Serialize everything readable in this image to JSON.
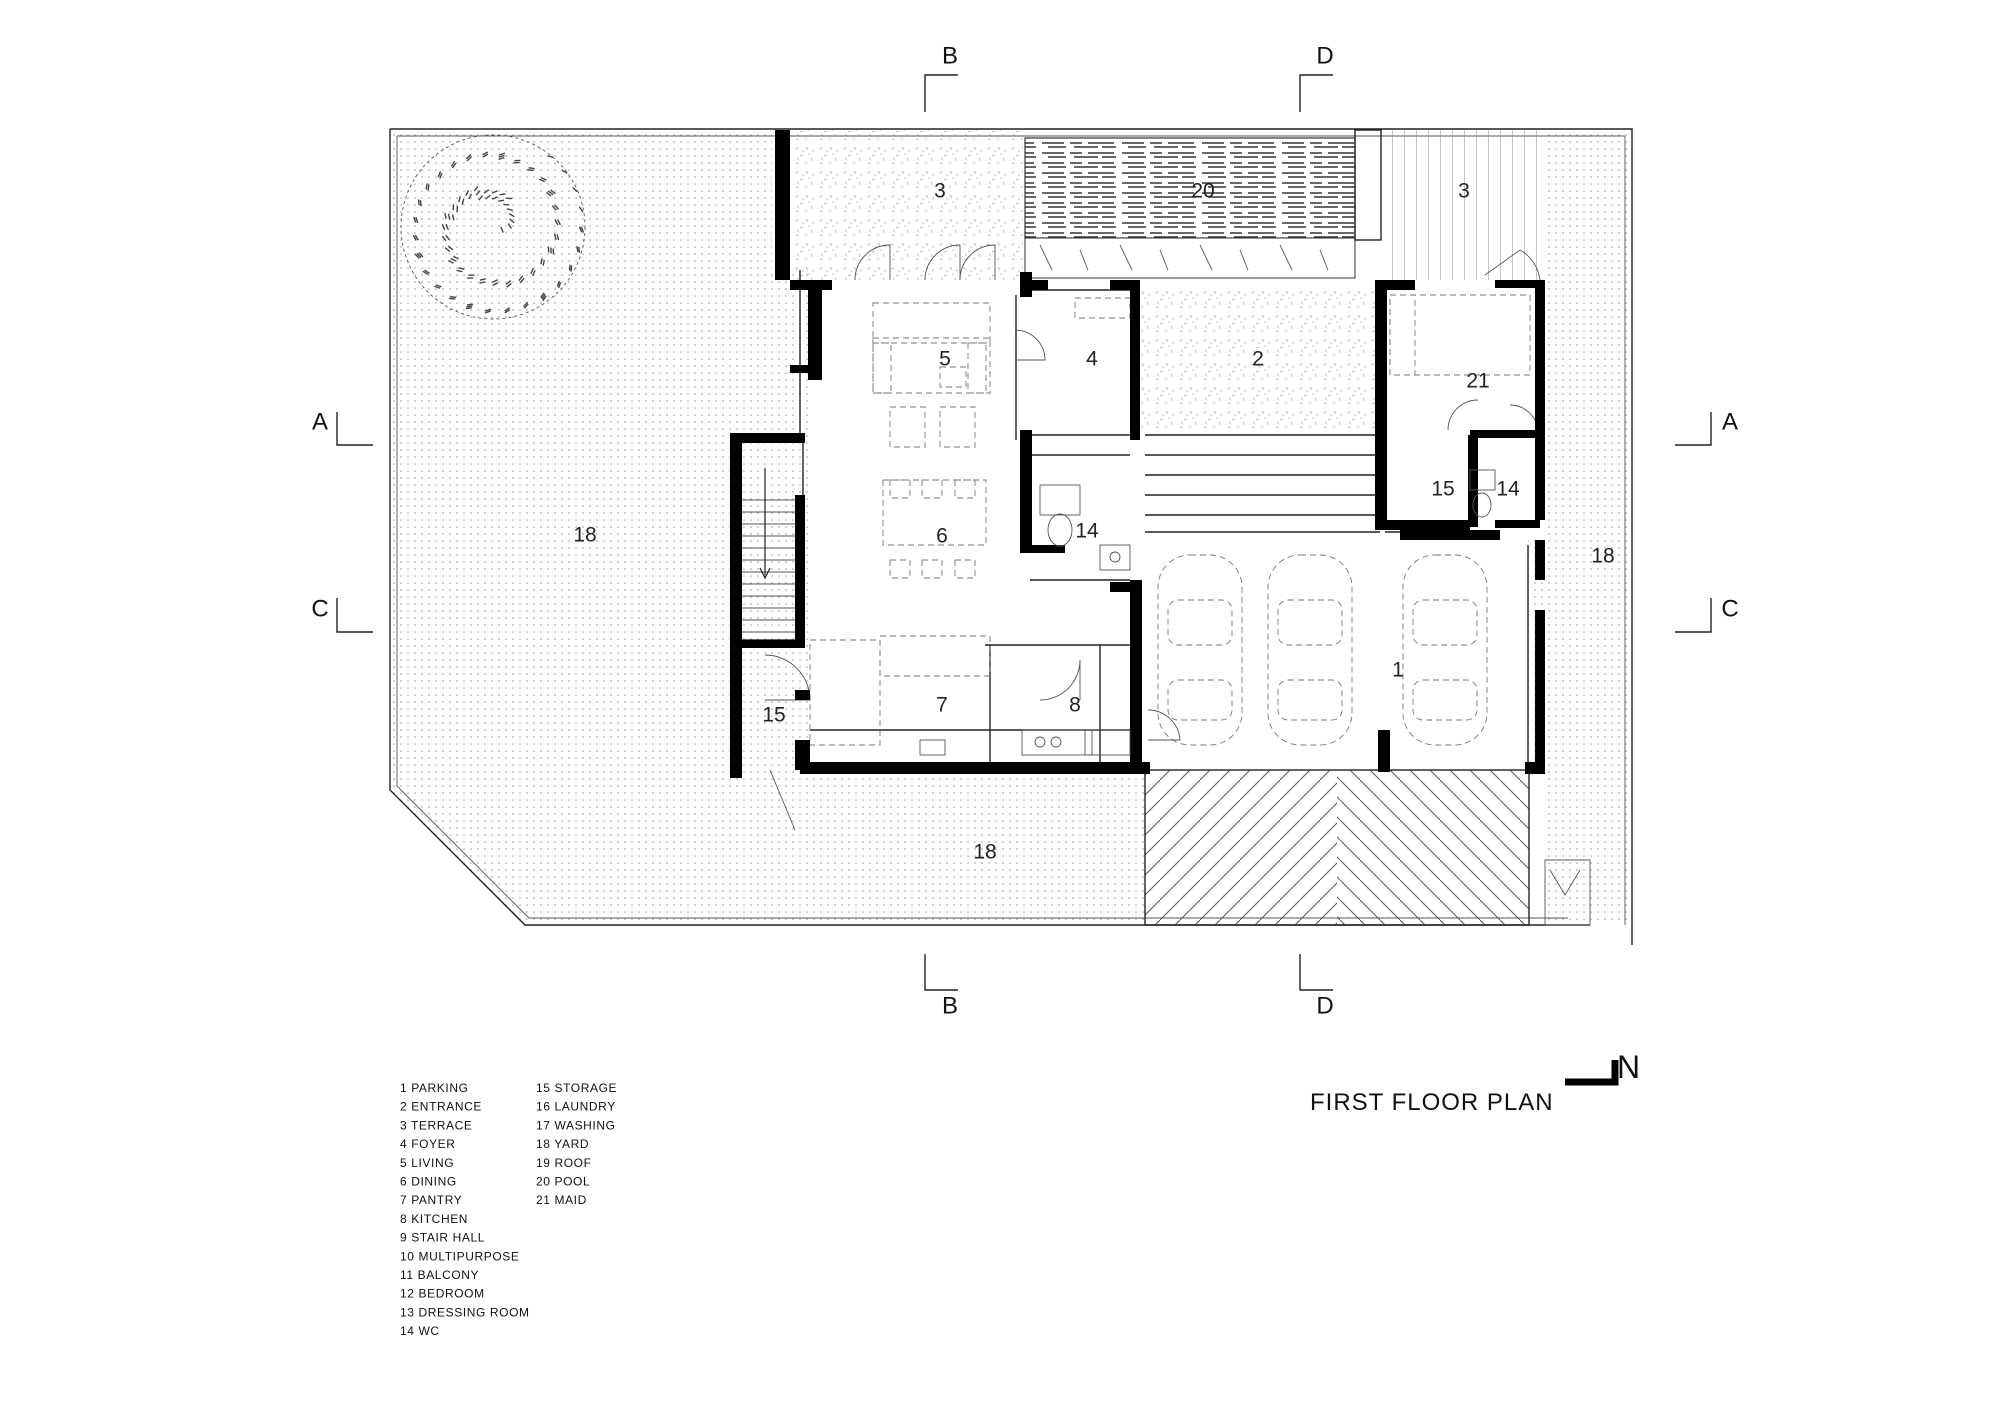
{
  "title": "FIRST FLOOR PLAN",
  "north": "N",
  "sections": {
    "a": "A",
    "b": "B",
    "c": "C",
    "d": "D"
  },
  "rooms": {
    "terrace_left": "3",
    "pool": "20",
    "terrace_right": "3",
    "living": "5",
    "foyer": "4",
    "entrance": "2",
    "maid": "21",
    "storage_right": "15",
    "wc_right": "14",
    "yard_west": "18",
    "dining": "6",
    "wc_center": "14",
    "yard_east": "18",
    "parking": "1",
    "storage_left": "15",
    "pantry": "7",
    "kitchen": "8",
    "yard_south": "18"
  },
  "legend": {
    "col1": [
      "1 PARKING",
      "2 ENTRANCE",
      "3 TERRACE",
      "4 FOYER",
      "5 LIVING",
      "6 DINING",
      "7 PANTRY",
      "8 KITCHEN",
      "9 STAIR HALL",
      "10 MULTIPURPOSE",
      "11 BALCONY",
      "12 BEDROOM",
      "13 DRESSING ROOM",
      "14 WC"
    ],
    "col2": [
      "15 STORAGE",
      "16 LAUNDRY",
      "17 WASHING",
      "18 YARD",
      "19 ROOF",
      "20 POOL",
      "21 MAID"
    ]
  }
}
